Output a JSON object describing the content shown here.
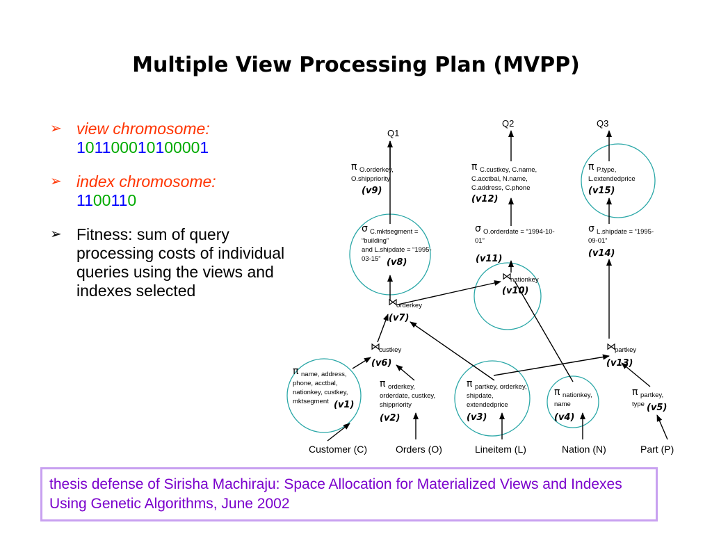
{
  "title": "Multiple View Processing Plan (MVPP)",
  "bullets": [
    {
      "label": "view chromosome:",
      "digits": [
        {
          "t": "1",
          "c": "blue"
        },
        {
          "t": "0",
          "c": "green"
        },
        {
          "t": "11",
          "c": "blue"
        },
        {
          "t": "000",
          "c": "green"
        },
        {
          "t": "1",
          "c": "blue"
        },
        {
          "t": "0",
          "c": "green"
        },
        {
          "t": "1",
          "c": "blue"
        },
        {
          "t": "0000",
          "c": "green"
        },
        {
          "t": "1",
          "c": "blue"
        }
      ]
    },
    {
      "label": "index chromosome:",
      "digits": [
        {
          "t": "11",
          "c": "blue"
        },
        {
          "t": "00",
          "c": "green"
        },
        {
          "t": "11",
          "c": "blue"
        },
        {
          "t": "0",
          "c": "green"
        }
      ]
    },
    {
      "text": "Fitness: sum of query processing costs of individual queries using the views and indexes selected"
    }
  ],
  "queries": {
    "q1": "Q1",
    "q2": "Q2",
    "q3": "Q3"
  },
  "base_tables": {
    "c": "Customer (C)",
    "o": "Orders (O)",
    "l": "Lineitem (L)",
    "n": "Nation (N)",
    "p": "Part (P)"
  },
  "nodes": {
    "v1": {
      "sym": "π",
      "lines": [
        "name, address,",
        "phone, acctbal,",
        "nationkey, custkey,",
        "mktsegment"
      ],
      "label": "(v1)"
    },
    "v2": {
      "sym": "π",
      "lines": [
        "orderkey,",
        "orderdate, custkey,",
        "shippriority"
      ],
      "label": "(v2)"
    },
    "v3": {
      "sym": "π",
      "lines": [
        "partkey, orderkey,",
        "shipdate,",
        "extendedprice"
      ],
      "label": "(v3)"
    },
    "v4": {
      "sym": "π",
      "lines": [
        "nationkey,",
        "name"
      ],
      "label": "(v4)"
    },
    "v5": {
      "sym": "π",
      "lines": [
        "partkey,",
        "type"
      ],
      "label": "(v5)"
    },
    "v6": {
      "sym": "⋈",
      "lines": [
        "custkey"
      ],
      "label": "(v6)"
    },
    "v7": {
      "sym": "⋈",
      "lines": [
        "orderkey"
      ],
      "label": "(v7)"
    },
    "v8": {
      "sym": "σ",
      "lines": [
        "C.mktsegment =",
        "“building”",
        "and L.shipdate = “1995-",
        "03-15”"
      ],
      "label": "(v8)"
    },
    "v9": {
      "sym": "π",
      "lines": [
        "O.orderkey,",
        "O.shippriority"
      ],
      "label": "(v9)"
    },
    "v10": {
      "sym": "⋈",
      "lines": [
        "nationkey"
      ],
      "label": "(v10)"
    },
    "v11": {
      "sym": "σ",
      "lines": [
        "O.orderdate = “1994-10-",
        "01”"
      ],
      "label": "(v11)"
    },
    "v12": {
      "sym": "π",
      "lines": [
        "C.custkey, C.name,",
        "C.acctbal, N.name,",
        "C.address, C.phone"
      ],
      "label": "(v12)"
    },
    "v13": {
      "sym": "⋈",
      "lines": [
        "partkey"
      ],
      "label": "(v13)"
    },
    "v14": {
      "sym": "σ",
      "lines": [
        "L.shipdate = “1995-",
        "09-01”"
      ],
      "label": "(v14)"
    },
    "v15": {
      "sym": "π",
      "lines": [
        "P.type,",
        "L.extendedprice"
      ],
      "label": "(v15)"
    }
  },
  "footer": "thesis defense of Sirisha Machiraju: Space Allocation for Materialized Views and Indexes Using Genetic Algorithms, June 2002",
  "colors": {
    "circle": "#2aa7a7",
    "footer_border": "#c8a0f0",
    "footer_text": "#7a00cc",
    "orange": "#ff3300",
    "blue": "#0000ff",
    "green": "#00aa00"
  }
}
